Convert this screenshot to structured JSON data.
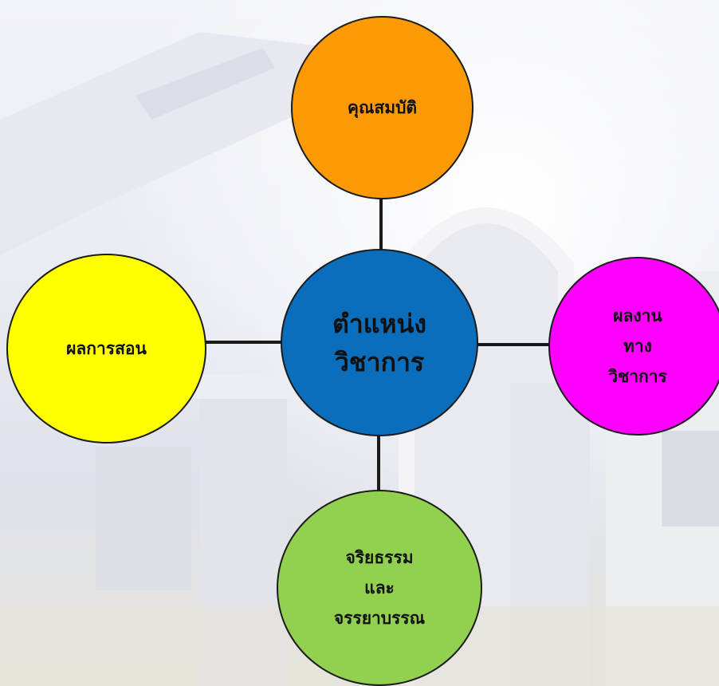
{
  "diagram": {
    "center": {
      "lines": [
        "ตำแหน่ง",
        "วิชาการ"
      ],
      "color": "#0a6ebd"
    },
    "top": {
      "lines": [
        "คุณสมบัติ"
      ],
      "color": "#fb9a05"
    },
    "left": {
      "lines": [
        "ผลการสอน"
      ],
      "color": "#ffff00"
    },
    "right": {
      "lines": [
        "ผลงาน",
        "ทาง",
        "วิชาการ"
      ],
      "color": "#ff00ff"
    },
    "bottom": {
      "lines": [
        "จริยธรรม",
        "และ",
        "จรรยาบรรณ"
      ],
      "color": "#92d050"
    }
  }
}
